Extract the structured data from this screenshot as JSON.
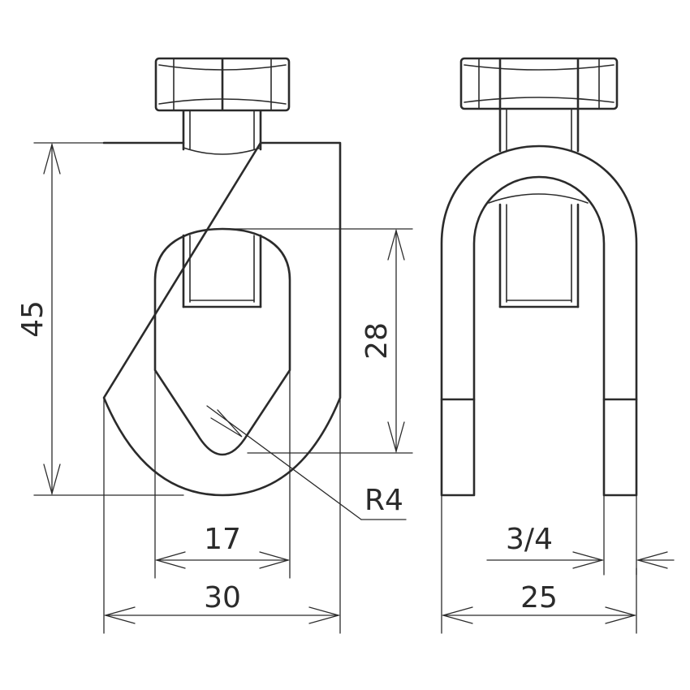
{
  "dimensions": {
    "height_total": "45",
    "slot_height": "28",
    "radius": "R4",
    "slot_width": "17",
    "body_width": "30",
    "thickness": "3/4",
    "side_width": "25"
  },
  "colors": {
    "line": "#2b2b2b",
    "background": "#ffffff"
  }
}
